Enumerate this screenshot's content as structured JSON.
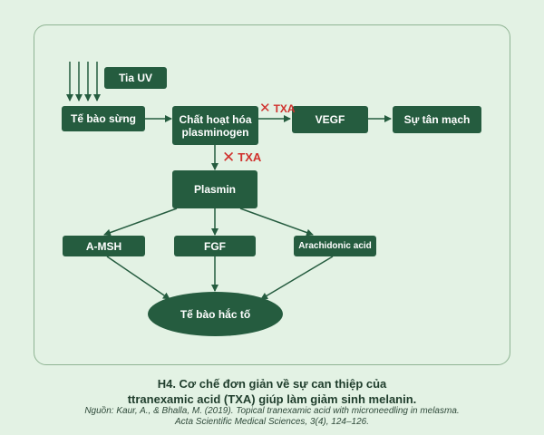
{
  "nodes": {
    "uv": "Tia UV",
    "keratinocyte": "Tế bào sừng",
    "plasminogen_activator_line1": "Chất hoạt hóa",
    "plasminogen_activator_line2": "plasminogen",
    "vegf": "VEGF",
    "angiogenesis": "Sự tân mạch",
    "plasmin": "Plasmin",
    "amsh": "A-MSH",
    "fgf": "FGF",
    "arachidonic": "Arachidonic acid",
    "melanocyte": "Tế bào hắc tố"
  },
  "inhibitors": {
    "txa1": "TXA",
    "txa2": "TXA",
    "mark": "✕"
  },
  "caption": {
    "line1": "H4. Cơ chế đơn giản về sự can thiệp của",
    "line2": "ttranexamic acid (TXA) giúp làm giảm sinh melanin."
  },
  "source": {
    "line1": "Nguồn: Kaur, A., & Bhalla, M. (2019). Topical tranexamic acid with microneedling in melasma.",
    "line2": "Acta Scientific Medical Sciences, 3(4), 124–126."
  },
  "colors": {
    "node": "#255c3f",
    "inhibitor": "#d0312d",
    "background": "#e3f2e4"
  }
}
